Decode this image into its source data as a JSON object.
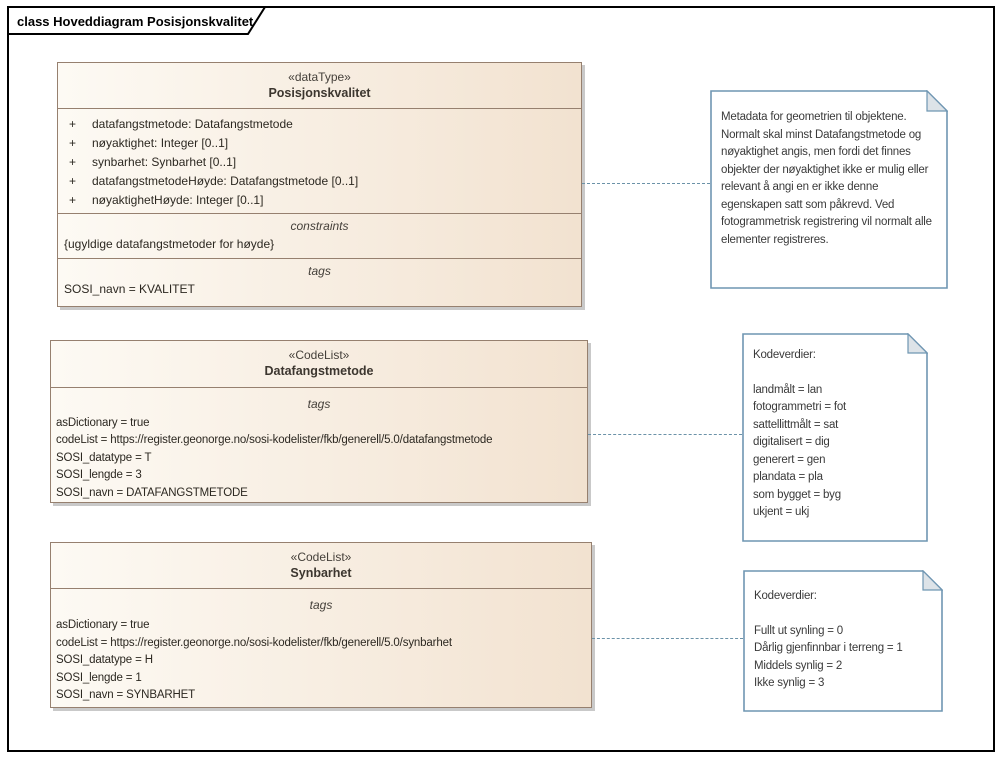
{
  "frame": {
    "title": "class Hoveddiagram Posisjonskvalitet"
  },
  "colors": {
    "class_fill_left": "#fdfaf4",
    "class_fill_right": "#f2e2d0",
    "class_border": "#96806f",
    "shadow": "#c9c9c9",
    "note_border": "#6f96b2",
    "note_fold_fill": "#dde3e8",
    "connector": "#6b92a8",
    "frame_border": "#000000"
  },
  "classes": [
    {
      "stereotype": "«dataType»",
      "name": "Posisjonskvalitet",
      "attributes": [
        {
          "vis": "+",
          "text": "datafangstmetode: Datafangstmetode"
        },
        {
          "vis": "+",
          "text": "nøyaktighet: Integer [0..1]"
        },
        {
          "vis": "+",
          "text": "synbarhet: Synbarhet [0..1]"
        },
        {
          "vis": "+",
          "text": "datafangstmetodeHøyde: Datafangstmetode [0..1]"
        },
        {
          "vis": "+",
          "text": "nøyaktighetHøyde: Integer [0..1]"
        }
      ],
      "constraints_label": "constraints",
      "constraints": [
        "{ugyldige datafangstmetoder for høyde}"
      ],
      "tags_label": "tags",
      "tags": [
        "SOSI_navn = KVALITET"
      ]
    },
    {
      "stereotype": "«CodeList»",
      "name": "Datafangstmetode",
      "tags_label": "tags",
      "tags": [
        "asDictionary = true",
        "codeList = https://register.geonorge.no/sosi-kodelister/fkb/generell/5.0/datafangstmetode",
        "SOSI_datatype = T",
        "SOSI_lengde = 3",
        "SOSI_navn = DATAFANGSTMETODE"
      ]
    },
    {
      "stereotype": "«CodeList»",
      "name": "Synbarhet",
      "tags_label": "tags",
      "tags": [
        "asDictionary = true",
        "codeList = https://register.geonorge.no/sosi-kodelister/fkb/generell/5.0/synbarhet",
        "SOSI_datatype = H",
        "SOSI_lengde = 1",
        "SOSI_navn = SYNBARHET"
      ]
    }
  ],
  "notes": [
    {
      "text": "Metadata for geometrien til objektene. Normalt skal minst Datafangstmetode og nøyaktighet angis, men fordi det finnes objekter der nøyaktighet ikke er mulig eller relevant å angi en er ikke denne egenskapen satt som påkrevd. Ved fotogrammetrisk registrering vil normalt alle elementer registreres."
    },
    {
      "header": "Kodeverdier:",
      "lines": [
        "landmålt = lan",
        "fotogrammetri = fot",
        "sattellittmålt = sat",
        "digitalisert = dig",
        "generert = gen",
        "plandata = pla",
        "som bygget = byg",
        "ukjent = ukj"
      ]
    },
    {
      "header": "Kodeverdier:",
      "lines": [
        "Fullt ut synling = 0",
        "Dårlig gjenfinnbar i terreng = 1",
        "Middels synlig = 2",
        "Ikke synlig = 3"
      ]
    }
  ]
}
